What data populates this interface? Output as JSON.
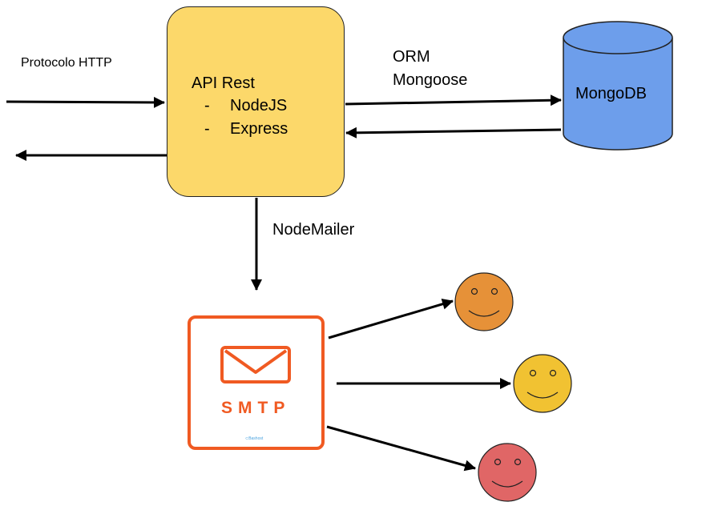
{
  "labels": {
    "http": "Protocolo HTTP",
    "api_title": "API Rest",
    "api_items": [
      "NodeJS",
      "Express"
    ],
    "orm_line1": "ORM",
    "orm_line2": "Mongoose",
    "mongodb": "MongoDB",
    "nodemailer": "NodeMailer",
    "smtp": "SMTP",
    "smtp_brand": "⊂Bashost"
  },
  "list_marker": "-",
  "icons": {
    "smtp": "envelope-icon",
    "recipients": [
      "smiley-face-icon",
      "smiley-face-icon",
      "smiley-face-icon"
    ]
  },
  "colors": {
    "api_box": "#fcd86a",
    "mongodb": "#6d9eeb",
    "smtp": "#f05a22",
    "smiley_1": "#e69138",
    "smiley_2": "#f1c232",
    "smiley_3": "#e06666"
  }
}
